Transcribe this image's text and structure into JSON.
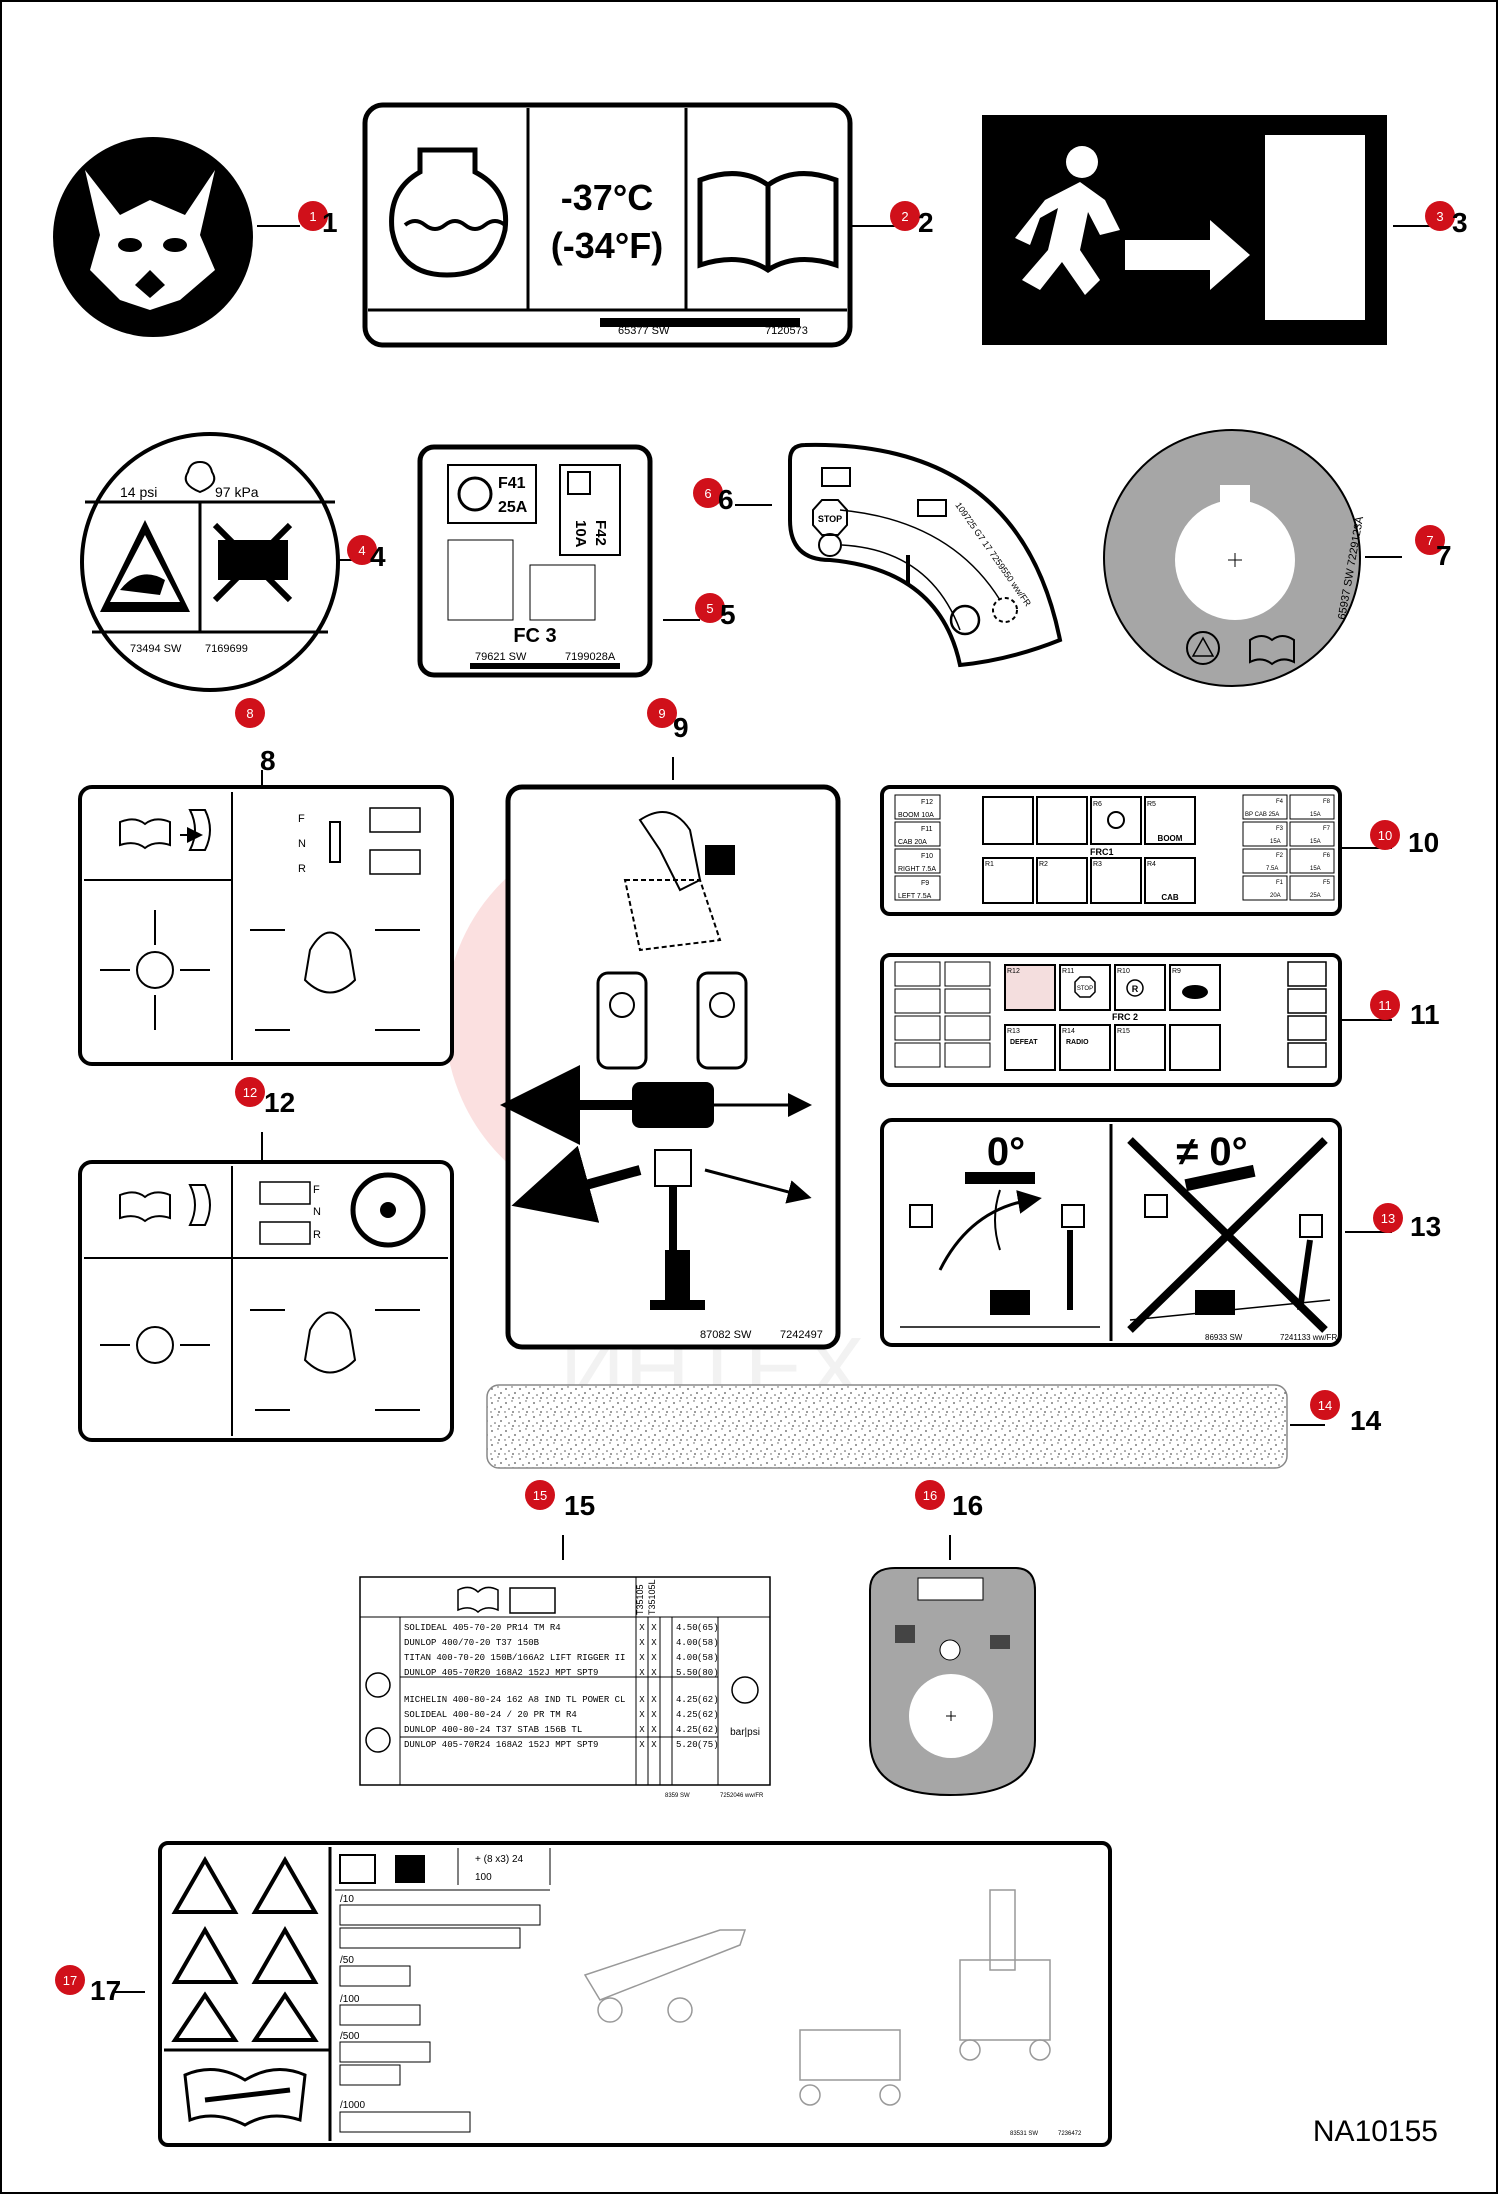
{
  "drawing_code": "NA10155",
  "callouts": [
    "1",
    "2",
    "3",
    "4",
    "5",
    "6",
    "7",
    "8",
    "9",
    "10",
    "11",
    "12",
    "13",
    "14",
    "15",
    "16",
    "17"
  ],
  "decal_2": {
    "temp_c": "-37°C",
    "temp_f": "(-34°F)",
    "part_a": "65377 SW",
    "part_b": "7120573"
  },
  "decal_4": {
    "psi": "14 psi",
    "kpa": "97 kPa",
    "part_a": "73494 SW",
    "part_b": "7169699"
  },
  "decal_5": {
    "f41": "F41",
    "f41_amp": "25A",
    "f42": "F42",
    "f42_amp": "10A",
    "panel": "FC 3",
    "part_a": "79621 SW",
    "part_b": "7199028A"
  },
  "decal_6": {
    "stop": "STOP",
    "part": "109725 G7 17 7259550 ww/FR"
  },
  "decal_7": {
    "part": "65937 SW   7229123A"
  },
  "decal_8": {
    "f": "F",
    "n": "N",
    "r": "R"
  },
  "decal_9": {
    "part_a": "87082 SW",
    "part_b": "7242497"
  },
  "decal_10": {
    "frc": "FRC1",
    "boom": "BOOM",
    "cab": "CAB",
    "f12": "F12",
    "f12_amp": "BOOM 10A",
    "f11": "F11",
    "f11_amp": "CAB 20A",
    "f10": "F10",
    "f10_amp": "RIGHT 7.5A",
    "f9": "F9",
    "f9_amp": "LEFT 7.5A",
    "r6": "R6",
    "r5": "R5",
    "r1": "R1",
    "r2": "R2",
    "r3": "R3",
    "r4": "R4",
    "f4": "F4",
    "f4_amp": "BP CAB 25A",
    "f8": "F8",
    "f8_amp": "15A",
    "f3": "F3",
    "f3_amp": "15A",
    "f7": "F7",
    "f7_amp": "15A",
    "f2": "F2",
    "f2_amp": "7.5A",
    "f6": "F6",
    "f6_amp": "15A",
    "f1": "F1",
    "f1_amp": "20A",
    "f5": "F5",
    "f5_amp": "25A"
  },
  "decal_11": {
    "frc": "FRC 2",
    "r12": "R12",
    "r11": "R11",
    "r10": "R10",
    "r9": "R9",
    "r13": "R13",
    "r13_label": "DEFEAT",
    "r14": "R14",
    "r14_label": "RADIO",
    "r15": "R15",
    "stop": "STOP",
    "r": "R"
  },
  "decal_12": {
    "f": "F",
    "n": "N",
    "r": "R"
  },
  "decal_13": {
    "ok": "0°",
    "not_ok": "≠ 0°",
    "part_a": "86933 SW",
    "part_b": "7241133 ww/FR"
  },
  "decal_15": {
    "col_a": "T35105",
    "col_b": "T35105L",
    "unit": "bar|psi",
    "rows": [
      {
        "tire": "SOLIDEAL  405-70-20  PR14  TM  R4",
        "p": "4.50",
        "psi": "(65)"
      },
      {
        "tire": "DUNLOP  400/70-20  T37  150B",
        "p": "4.00",
        "psi": "(58)"
      },
      {
        "tire": "TITAN  400-70-20  150B/166A2  LIFT  RIGGER  II",
        "p": "4.00",
        "psi": "(58)"
      },
      {
        "tire": "DUNLOP  405-70R20  168A2  152J  MPT  SPT9",
        "p": "5.50",
        "psi": "(80)"
      },
      {
        "tire": "MICHELIN  400-80-24  162  A8  IND  TL  POWER  CL",
        "p": "4.25",
        "psi": "(62)"
      },
      {
        "tire": "SOLIDEAL  400-80-24  /  20  PR  TM  R4",
        "p": "4.25",
        "psi": "(62)"
      },
      {
        "tire": "DUNLOP  400-80-24  T37  STAB  156B  TL",
        "p": "4.25",
        "psi": "(62)"
      },
      {
        "tire": "DUNLOP  405-70R24  168A2  152J  MPT  SPT9",
        "p": "5.20",
        "psi": "(75)"
      }
    ],
    "part_a": "8359 SW",
    "part_b": "7252046 ww/FR"
  },
  "decal_17": {
    "hdr_a": "+ (8 x3) 24",
    "hdr_b": "100",
    "i10": "/10",
    "i50": "/50",
    "i100": "/100",
    "i500": "/500",
    "i1000": "/1000",
    "part_a": "83531 SW",
    "part_b": "7236472"
  }
}
